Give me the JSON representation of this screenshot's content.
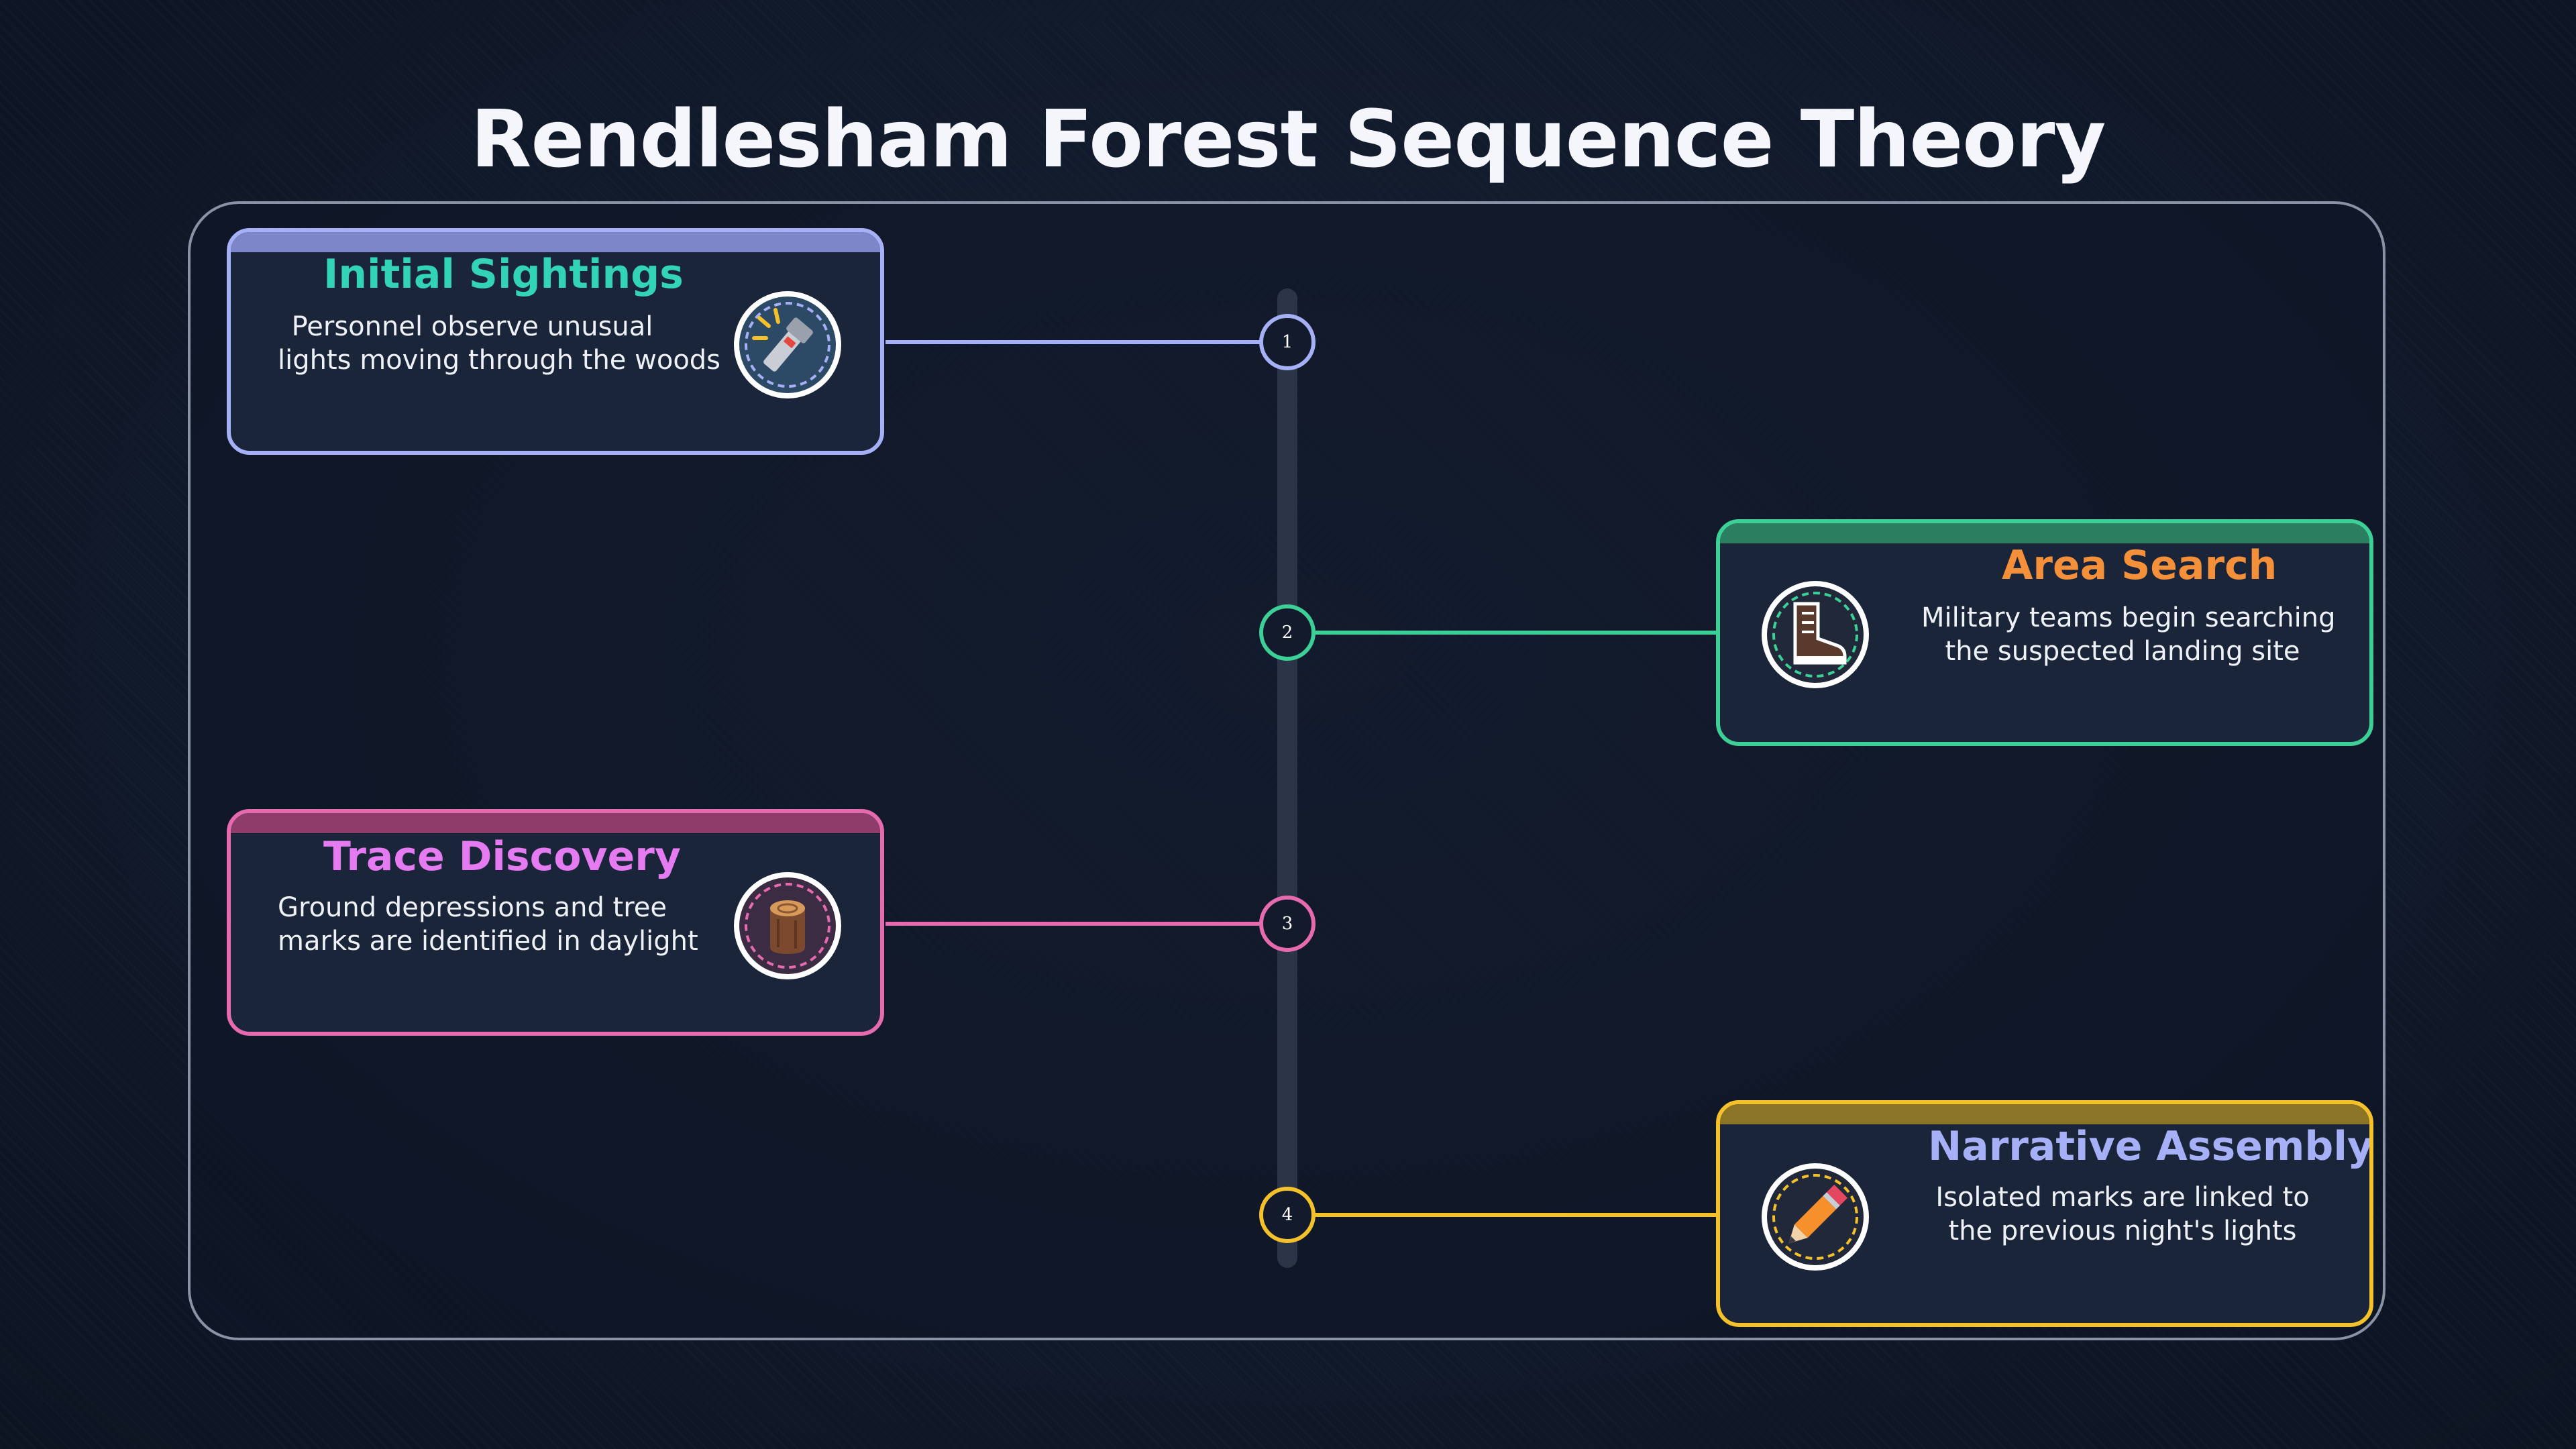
{
  "title": "Rendlesham Forest Sequence Theory",
  "steps": [
    {
      "number": "1",
      "title": "Initial Sightings",
      "line1": "Personnel observe unusual",
      "line2": "lights moving through the woods",
      "icon": "flashlight-icon",
      "border_color": "#a6b0f6",
      "title_color": "#32d3b6"
    },
    {
      "number": "2",
      "title": "Area Search",
      "line1": "Military teams begin searching",
      "line2": "the suspected landing site",
      "icon": "boot-icon",
      "border_color": "#3ccf96",
      "title_color": "#f5903a"
    },
    {
      "number": "3",
      "title": "Trace Discovery",
      "line1": "Ground depressions and tree",
      "line2": "marks are identified in daylight",
      "icon": "tree-stump-icon",
      "border_color": "#e56aae",
      "title_color": "#e57bf0"
    },
    {
      "number": "4",
      "title": "Narrative Assembly",
      "line1": "Isolated marks are linked to",
      "line2": "the previous night's lights",
      "icon": "pencil-icon",
      "border_color": "#f5c12b",
      "title_color": "#a6b0f6"
    }
  ]
}
